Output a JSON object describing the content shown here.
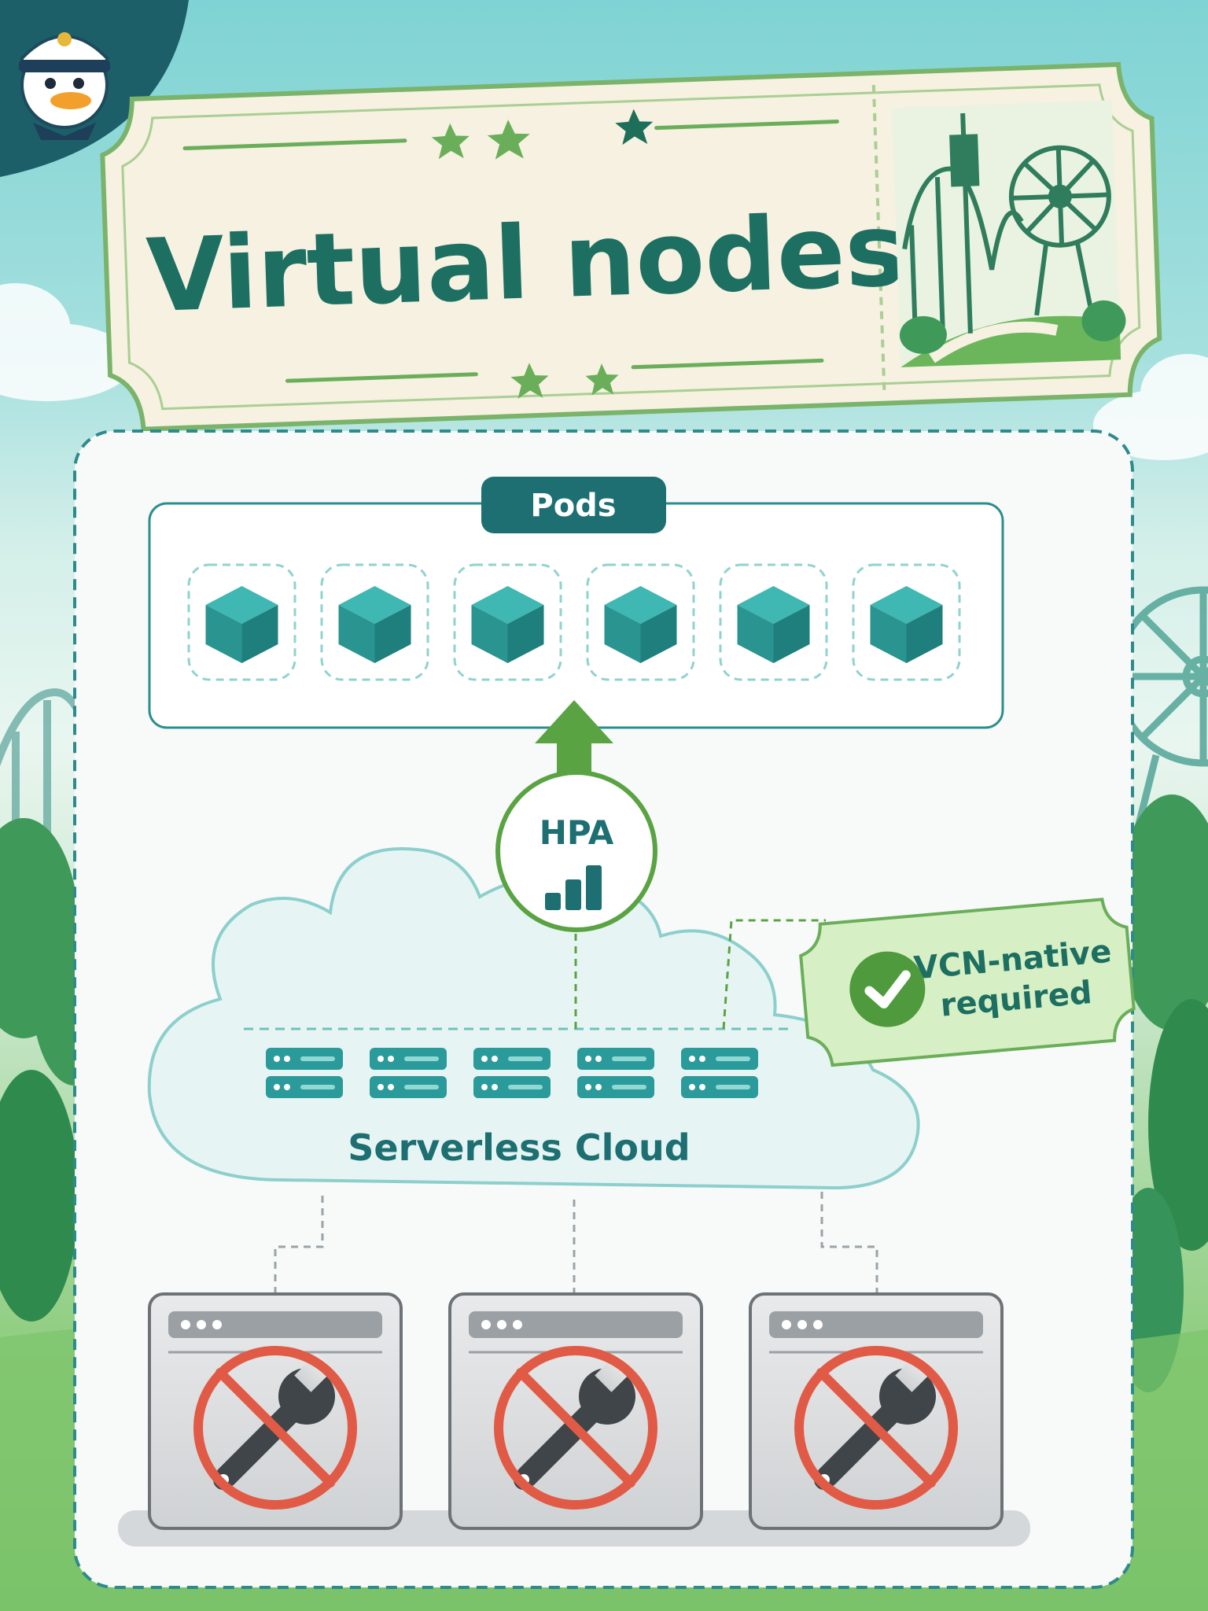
{
  "title": "Virtual nodes",
  "pods_label": "Pods",
  "pod_count": 6,
  "hpa_label": "HPA",
  "cloud_label": "Serverless Cloud",
  "server_count": 5,
  "badge_line1": "VCN-native",
  "badge_line2": "required",
  "managed_node_count": 3,
  "icons": {
    "mascot": "captain-duck-icon",
    "ticket_art": "amusement-park-icon",
    "pod": "cube-icon",
    "hpa": "bar-chart-icon",
    "server": "server-rack-icon",
    "check": "check-icon",
    "node": "no-maintenance-icon"
  },
  "colors": {
    "primary": "#1d6f72",
    "teal": "#2b9a9a",
    "green": "#5aa343",
    "ticket": "#f6f1e1",
    "badge": "#d7efc4",
    "forbid": "#e05a46"
  }
}
